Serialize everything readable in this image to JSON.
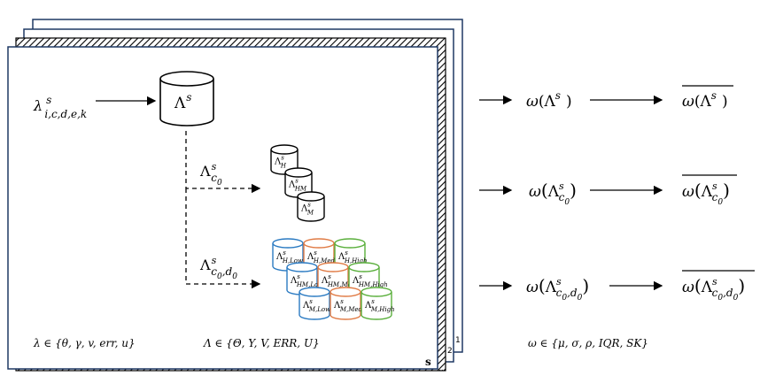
{
  "input": {
    "base": "λ",
    "sup": "s",
    "sub": "i,c,d,e,k"
  },
  "main_db": {
    "base": "Λ",
    "sup": "s"
  },
  "branch_c0": {
    "base": "Λ",
    "sup": "s",
    "sub": "c",
    "subsub": "0"
  },
  "branch_c0d0": {
    "base": "Λ",
    "sup": "s",
    "sub": "c",
    "subsub": "0",
    "sub2": ",d",
    "sub2sub": "0"
  },
  "c0_dbs": [
    {
      "base": "Λ",
      "sup": "s",
      "sub": "H"
    },
    {
      "base": "Λ",
      "sup": "s",
      "sub": "HM"
    },
    {
      "base": "Λ",
      "sup": "s",
      "sub": "M"
    }
  ],
  "c0d0_dbs": [
    {
      "base": "Λ",
      "sup": "s",
      "sub": "H,Low",
      "color": "#2a7ac2"
    },
    {
      "base": "Λ",
      "sup": "s",
      "sub": "H,Med",
      "color": "#e07b45"
    },
    {
      "base": "Λ",
      "sup": "s",
      "sub": "H,High",
      "color": "#5aaf3c"
    },
    {
      "base": "Λ",
      "sup": "s",
      "sub": "HM,Low",
      "color": "#2a7ac2"
    },
    {
      "base": "Λ",
      "sup": "s",
      "sub": "HM,Med",
      "color": "#e07b45"
    },
    {
      "base": "Λ",
      "sup": "s",
      "sub": "HM,High",
      "color": "#5aaf3c"
    },
    {
      "base": "Λ",
      "sup": "s",
      "sub": "M,Low",
      "color": "#2a7ac2"
    },
    {
      "base": "Λ",
      "sup": "s",
      "sub": "M,Med",
      "color": "#e07b45"
    },
    {
      "base": "Λ",
      "sup": "s",
      "sub": "M,High",
      "color": "#5aaf3c"
    }
  ],
  "outputs": [
    {
      "fn": "ω",
      "arg": "Λ",
      "sup": "s",
      "sub": "",
      "subsub": ""
    },
    {
      "fn": "ω",
      "arg": "Λ",
      "sup": "s",
      "sub": "c",
      "subsub": "0"
    },
    {
      "fn": "ω",
      "arg": "Λ",
      "sup": "s",
      "sub": "c",
      "subsub": "0",
      "sub2": ",d",
      "sub2sub": "0"
    }
  ],
  "footer": {
    "lambda_set": "λ ∈ {θ, γ, v, err, u}",
    "Lambda_set": "Λ ∈ {Θ, Y, V, ERR, U}",
    "omega_set": "ω ∈ {μ, σ, ρ, IQR, SK}"
  },
  "stack_labels": {
    "s": "s",
    "one": "1",
    "two": "2",
    "dots": "..."
  }
}
